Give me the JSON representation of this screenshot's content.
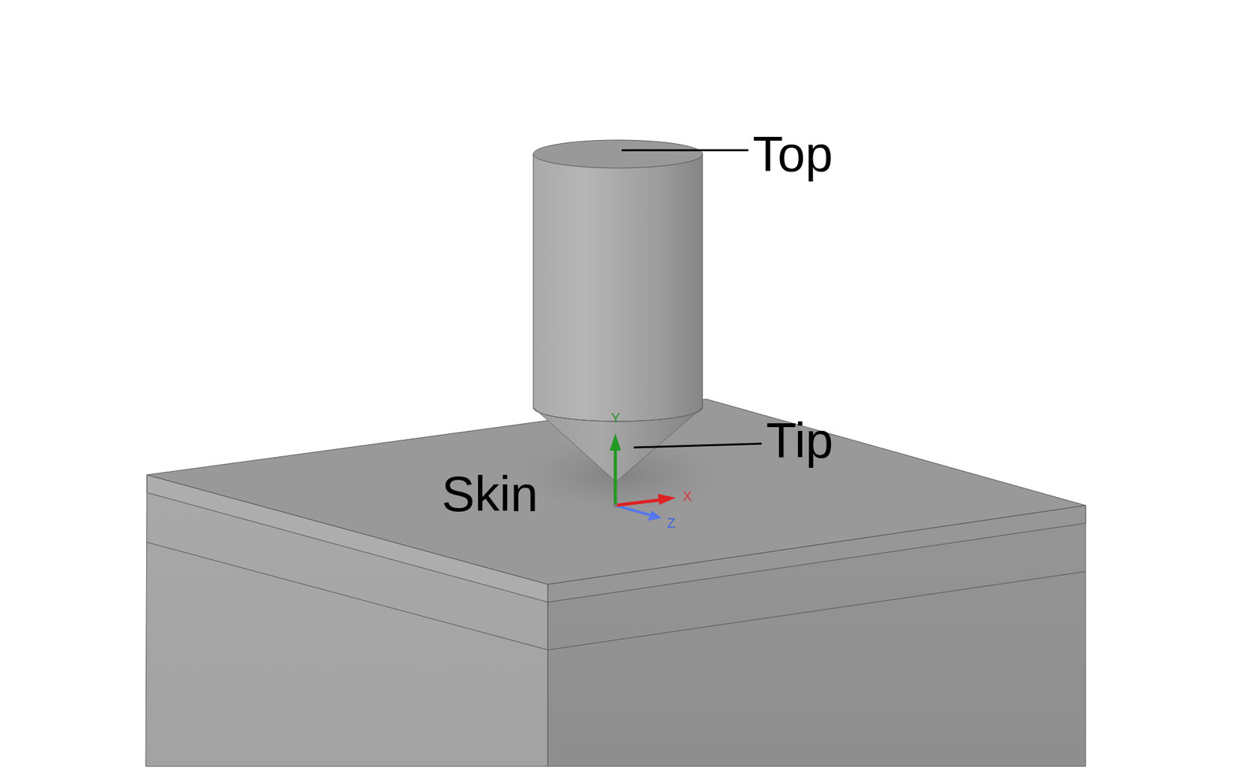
{
  "diagram": {
    "labels": [
      "Top",
      "Tip",
      "Skin",
      "Y",
      "X",
      "Z"
    ]
  }
}
